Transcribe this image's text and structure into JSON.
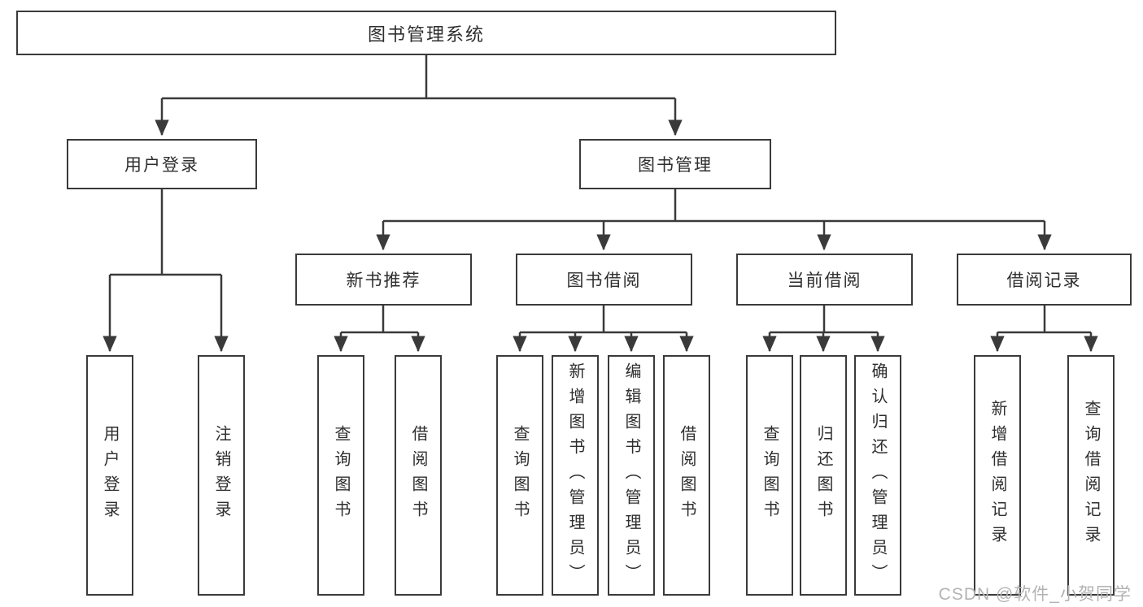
{
  "diagram": {
    "title": "图书管理系统",
    "type": "hierarchy-tree",
    "colors": {
      "line": "#3a3a3a",
      "box_border": "#3a3a3a",
      "text": "#2e2e2e",
      "background": "#ffffff",
      "watermark": "#b3b3b3"
    }
  },
  "nodes": {
    "root": "图书管理系统",
    "user_login": "用户登录",
    "book_mgmt": "图书管理",
    "new_book_rec": "新书推荐",
    "book_borrow": "图书借阅",
    "current_borrow": "当前借阅",
    "borrow_record": "借阅记录",
    "leaf_user_login": "用户登录",
    "leaf_logout": "注销登录",
    "leaf_nbr_query": "查询图书",
    "leaf_nbr_borrow": "借阅图书",
    "leaf_bb_query": "查询图书",
    "leaf_bb_add": "新增图书（管理员）",
    "leaf_bb_edit": "编辑图书（管理员）",
    "leaf_bb_borrow": "借阅图书",
    "leaf_cb_query": "查询图书",
    "leaf_cb_return": "归还图书",
    "leaf_cb_confirm": "确认归还（管理员）",
    "leaf_br_add": "新增借阅记录",
    "leaf_br_query": "查询借阅记录"
  },
  "hierarchy": {
    "图书管理系统": {
      "用户登录": [
        "用户登录",
        "注销登录"
      ],
      "图书管理": {
        "新书推荐": [
          "查询图书",
          "借阅图书"
        ],
        "图书借阅": [
          "查询图书",
          "新增图书（管理员）",
          "编辑图书（管理员）",
          "借阅图书"
        ],
        "当前借阅": [
          "查询图书",
          "归还图书",
          "确认归还（管理员）"
        ],
        "借阅记录": [
          "新增借阅记录",
          "查询借阅记录"
        ]
      }
    }
  },
  "watermark": "CSDN @软件_小贺同学"
}
